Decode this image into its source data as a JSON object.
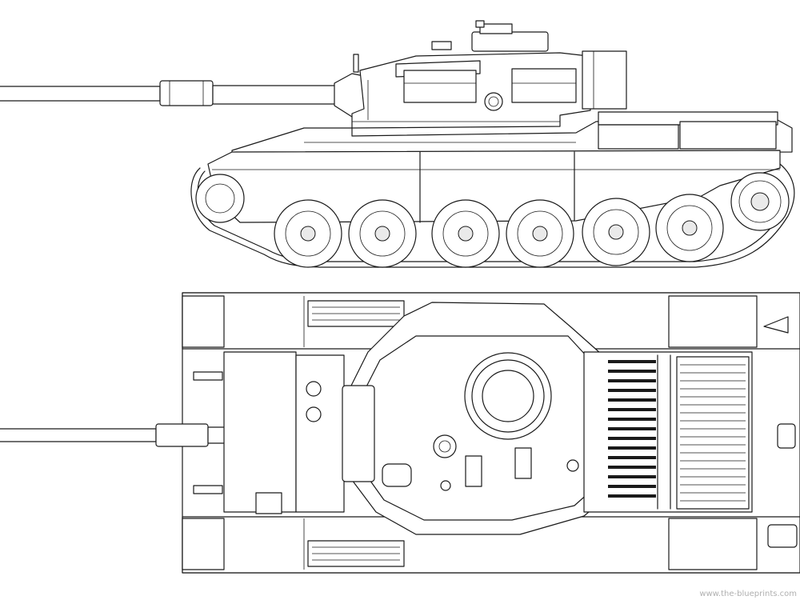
{
  "watermark": "www.the-blueprints.com",
  "colors": {
    "line": "#1a1a1a",
    "background": "#ffffff",
    "watermark": "#b0b0b0"
  },
  "views": [
    "side-view",
    "top-view"
  ]
}
